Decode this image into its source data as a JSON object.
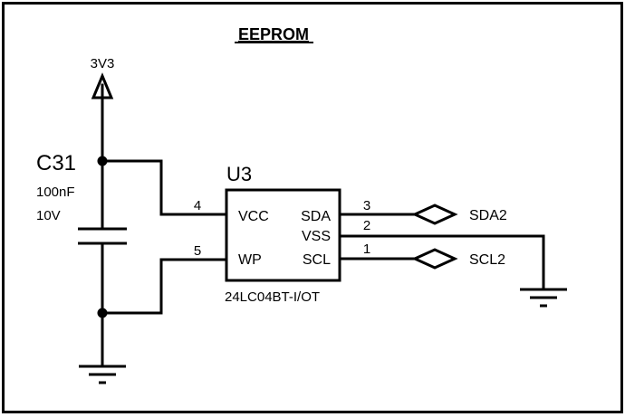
{
  "title": "EEPROM",
  "power": {
    "net_label": "3V3"
  },
  "capacitor": {
    "designator": "C31",
    "value": "100nF",
    "voltage": "10V"
  },
  "ic": {
    "designator": "U3",
    "part_number": "24LC04BT-I/OT",
    "pins": {
      "vcc": {
        "name": "VCC",
        "number": "4"
      },
      "wp": {
        "name": "WP",
        "number": "5"
      },
      "sda": {
        "name": "SDA",
        "number": "3"
      },
      "vss": {
        "name": "VSS",
        "number": "2"
      },
      "scl": {
        "name": "SCL",
        "number": "1"
      }
    }
  },
  "nets": {
    "sda": "SDA2",
    "scl": "SCL2"
  }
}
